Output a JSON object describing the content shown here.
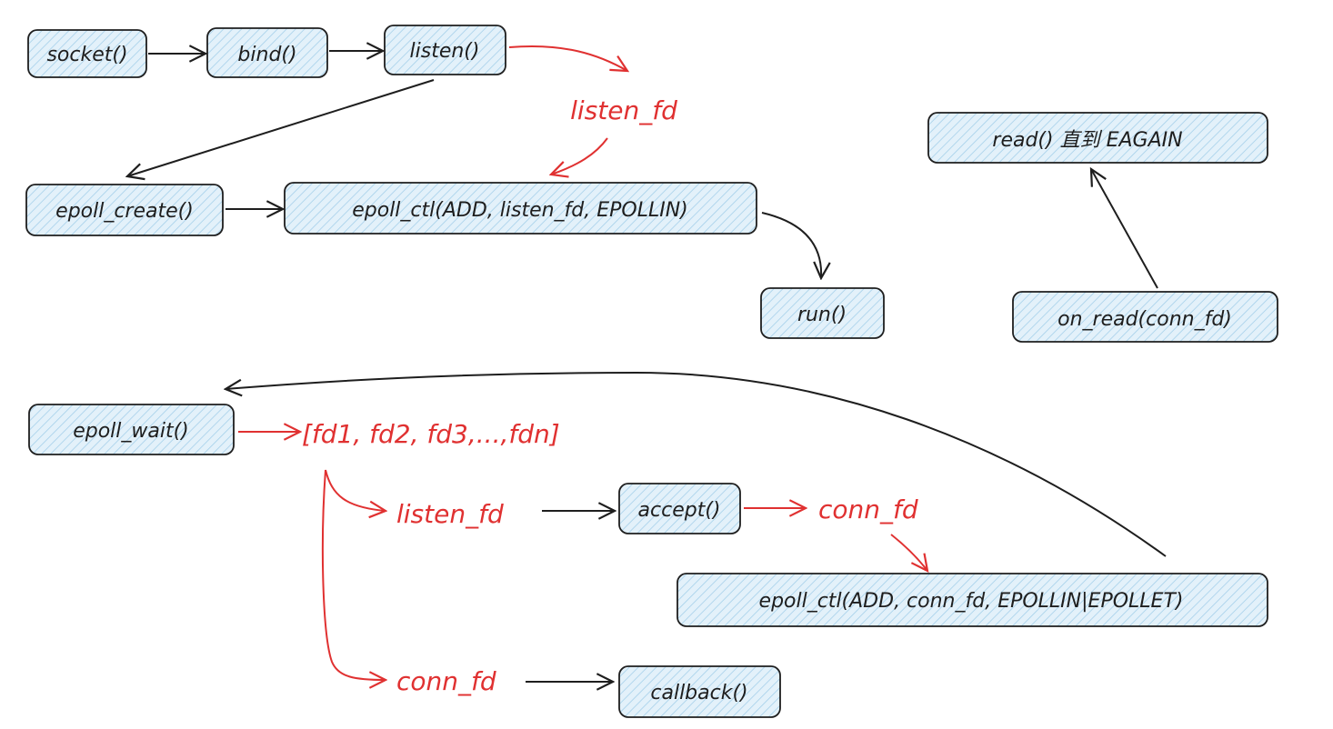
{
  "colors": {
    "node_fill": "#d8ecf7",
    "hatch": "#a5d0ea",
    "stroke": "#1e1e1e",
    "accent_red": "#e03131"
  },
  "nodes": {
    "socket": "socket()",
    "bind": "bind()",
    "listen": "listen()",
    "epoll_create": "epoll_create()",
    "epoll_ctl_listen": "epoll_ctl(ADD, listen_fd, EPOLLIN)",
    "run": "run()",
    "read_until_eagain": "read() 直到 EAGAIN",
    "on_read": "on_read(conn_fd)",
    "epoll_wait": "epoll_wait()",
    "accept": "accept()",
    "epoll_ctl_conn": "epoll_ctl(ADD, conn_fd, EPOLLIN|EPOLLET)",
    "callback": "callback()"
  },
  "labels": {
    "listen_fd_top": "listen_fd",
    "fd_list": "[fd1, fd2, fd3,...,fdn]",
    "listen_fd_branch": "listen_fd",
    "conn_fd_after_accept": "conn_fd",
    "conn_fd_branch": "conn_fd"
  }
}
